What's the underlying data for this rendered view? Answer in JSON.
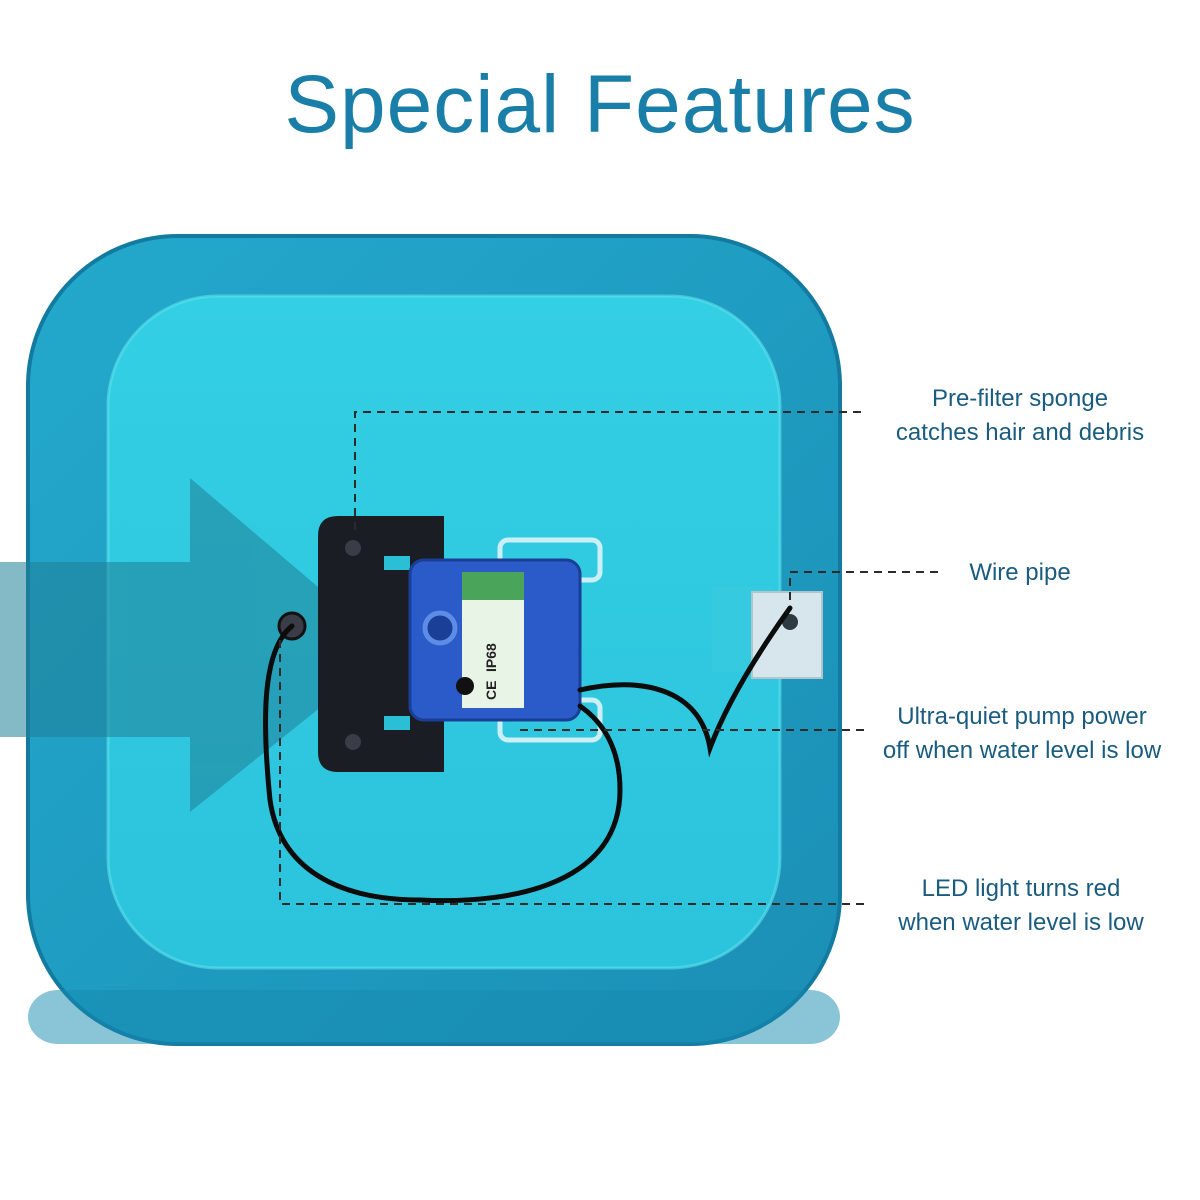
{
  "title": "Special Features",
  "colors": {
    "title": "#1a7fa8",
    "callout_text": "#1a5c80",
    "bowl_outer": "#1e9bbf",
    "bowl_inner": "#3fd6e8",
    "pump_body": "#2a5bc9",
    "sponge": "#1b1d24",
    "guide_line": "#2b2b2b"
  },
  "callouts": {
    "sponge": {
      "line1": "Pre-filter sponge",
      "line2": "catches hair and debris"
    },
    "wire": {
      "line1": "Wire pipe"
    },
    "pump": {
      "line1": "Ultra-quiet pump power",
      "line2": "off when water level is low"
    },
    "led": {
      "line1": "LED light turns red",
      "line2": "when water level is low"
    }
  },
  "pump_label": {
    "rating": "IP68",
    "mark": "CE"
  },
  "icons": [
    "flow-arrow-icon",
    "sponge-icon",
    "pump-icon",
    "wire-pipe-icon",
    "led-indicator-icon"
  ]
}
